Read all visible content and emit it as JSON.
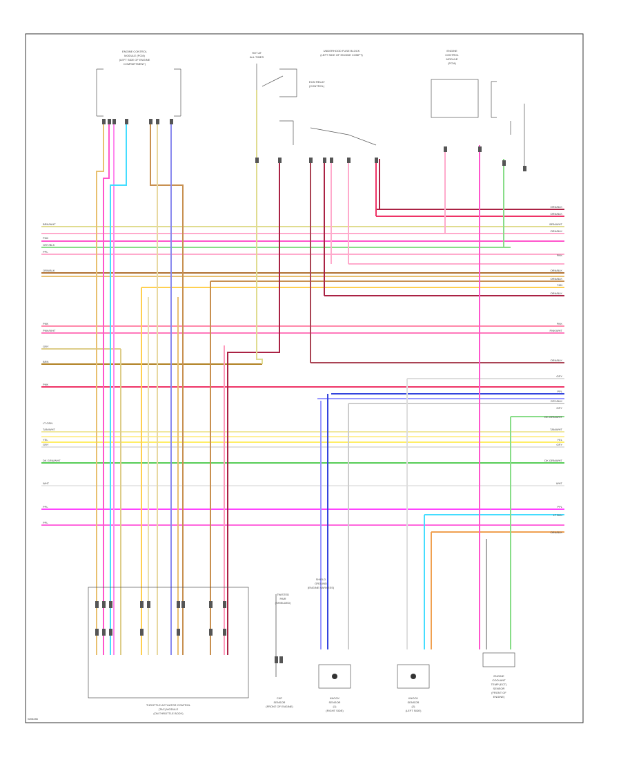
{
  "diagram_id": "W05285",
  "components": {
    "pcm_upper_right": {
      "lines": [
        "ENGINE",
        "CONTROL",
        "MODULE",
        "(PCM)"
      ]
    },
    "ignition_fuse": {
      "lines": [
        "HOT AT",
        "ALL TIMES"
      ]
    },
    "fuse_block_top": {
      "lines": [
        "UNDERHOOD FUSE BLOCK",
        "(LEFT SIDE OF ENGINE COMPT)"
      ]
    },
    "ecm_top_left": {
      "lines": [
        "ENGINE CONTROL",
        "MODULE (PCM)",
        "(LEFT SIDE OF ENGINE",
        "COMPARTMENT)"
      ]
    },
    "relay_mid": {
      "lines": [
        "ECM RELAY",
        "(CONTROL)"
      ]
    },
    "throttle_body": {
      "lines": [
        "THROTTLE ACTUATOR CONTROL",
        "(TAC) MODULE",
        "(ON THROTTLE BODY)"
      ]
    },
    "ckp_sensor": {
      "lines": [
        "CKP",
        "SENSOR",
        "(FRONT OF ENGINE)"
      ]
    },
    "knock_sensor_1": {
      "lines": [
        "KNOCK",
        "SENSOR",
        "(1)",
        "(RIGHT SIDE)"
      ]
    },
    "knock_sensor_2": {
      "lines": [
        "KNOCK",
        "SENSOR",
        "(2)",
        "(LEFT SIDE)"
      ]
    },
    "ect_sensor": {
      "lines": [
        "ENGINE",
        "COOLANT",
        "TEMP (ECT)",
        "SENSOR",
        "(FRONT OF",
        "ENGINE)"
      ]
    },
    "splice_label": {
      "lines": [
        "SHIELD",
        "GROUND",
        "(ENGINE HARNESS)"
      ]
    },
    "wire_note": {
      "lines": [
        "TWISTED",
        "PAIR",
        "(SHIELDED)"
      ]
    }
  },
  "wire_labels": {
    "left": [
      "BRN/WHT",
      "PNK",
      "GRY/BLK",
      "PPL",
      "ORN/BLK",
      "PNK",
      "PNK/WHT",
      "GRY",
      "BRN",
      "PNK",
      "LT GRN",
      "TAN/WHT",
      "YEL",
      "GRY",
      "DK GRN/WHT",
      "WHT",
      "PPL",
      "PPL"
    ],
    "right": [
      "ORN/BLK",
      "ORN/BLK",
      "BRN/WHT",
      "ORN/BLK",
      "PNK",
      "ORN/BLK",
      "ORN/BLK",
      "TAN",
      "ORN/BLK",
      "PNK",
      "PNK/WHT",
      "ORN/BLK",
      "GRY",
      "PPL",
      "GRY/BLK",
      "GRY",
      "DK GRN/WHT",
      "TAN/WHT",
      "YEL",
      "GRY",
      "DK GRN/WHT",
      "WHT",
      "PPL",
      "LT BLU",
      "ORN/BLK"
    ]
  },
  "colors": {
    "pink": "#ff55cc",
    "light_pink": "#ffaacc",
    "cyan": "#44ddff",
    "yellow": "#ffee66",
    "tan": "#e8c070",
    "gold": "#d4a020",
    "green": "#55cc55",
    "light_green": "#88dd88",
    "dark_red": "#aa2244",
    "crimson": "#ee3366",
    "brown": "#b07030",
    "purple_blue": "#5566ee",
    "blue": "#3344dd",
    "grey": "#bbbbbb",
    "light_grey": "#dddddd",
    "magenta": "#ff44ff",
    "olive": "#c8c070",
    "orange": "#f0a050",
    "violet": "#9966cc"
  }
}
